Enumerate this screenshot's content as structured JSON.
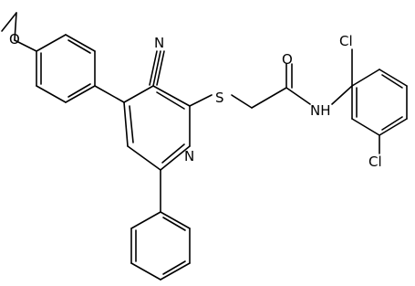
{
  "atoms": {
    "methoxy_o": "O",
    "nitrile_n": "N",
    "sulfur": "S",
    "carbonyl_o": "O",
    "amide_nh": "NH",
    "pyridine_n": "N",
    "chlorine_top": "Cl",
    "chlorine_bottom": "Cl"
  }
}
